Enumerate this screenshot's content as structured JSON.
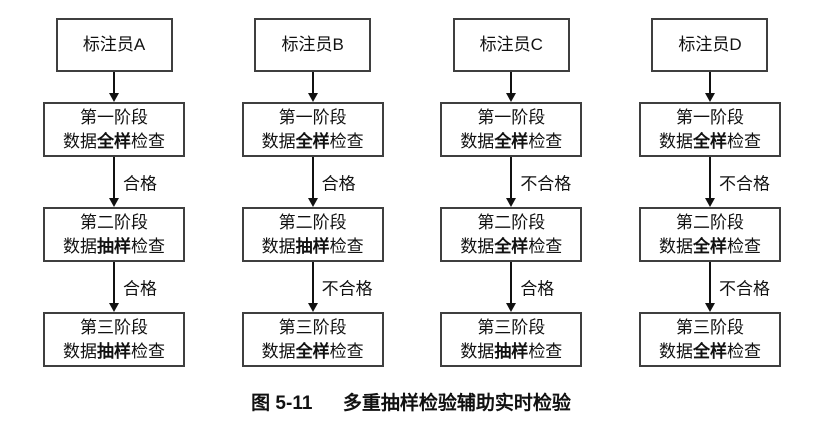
{
  "caption": {
    "number": "图 5-11",
    "title": "多重抽样检验辅助实时检验"
  },
  "colors": {
    "background": "#ffffff",
    "box_border": "#3f3f3f",
    "text": "#111111",
    "arrow": "#111111"
  },
  "columns": [
    {
      "annotator": "标注员A",
      "stages": [
        {
          "line1": "第一阶段",
          "pre": "数据",
          "bold": "全样",
          "post": "检查"
        },
        {
          "line1": "第二阶段",
          "pre": "数据",
          "bold": "抽样",
          "post": "检查"
        },
        {
          "line1": "第三阶段",
          "pre": "数据",
          "bold": "抽样",
          "post": "检查"
        }
      ],
      "labels": [
        "合格",
        "合格"
      ]
    },
    {
      "annotator": "标注员B",
      "stages": [
        {
          "line1": "第一阶段",
          "pre": "数据",
          "bold": "全样",
          "post": "检查"
        },
        {
          "line1": "第二阶段",
          "pre": "数据",
          "bold": "抽样",
          "post": "检查"
        },
        {
          "line1": "第三阶段",
          "pre": "数据",
          "bold": "全样",
          "post": "检查"
        }
      ],
      "labels": [
        "合格",
        "不合格"
      ]
    },
    {
      "annotator": "标注员C",
      "stages": [
        {
          "line1": "第一阶段",
          "pre": "数据",
          "bold": "全样",
          "post": "检查"
        },
        {
          "line1": "第二阶段",
          "pre": "数据",
          "bold": "全样",
          "post": "检查"
        },
        {
          "line1": "第三阶段",
          "pre": "数据",
          "bold": "抽样",
          "post": "检查"
        }
      ],
      "labels": [
        "不合格",
        "合格"
      ]
    },
    {
      "annotator": "标注员D",
      "stages": [
        {
          "line1": "第一阶段",
          "pre": "数据",
          "bold": "全样",
          "post": "检查"
        },
        {
          "line1": "第二阶段",
          "pre": "数据",
          "bold": "全样",
          "post": "检查"
        },
        {
          "line1": "第三阶段",
          "pre": "数据",
          "bold": "全样",
          "post": "检查"
        }
      ],
      "labels": [
        "不合格",
        "不合格"
      ]
    }
  ]
}
